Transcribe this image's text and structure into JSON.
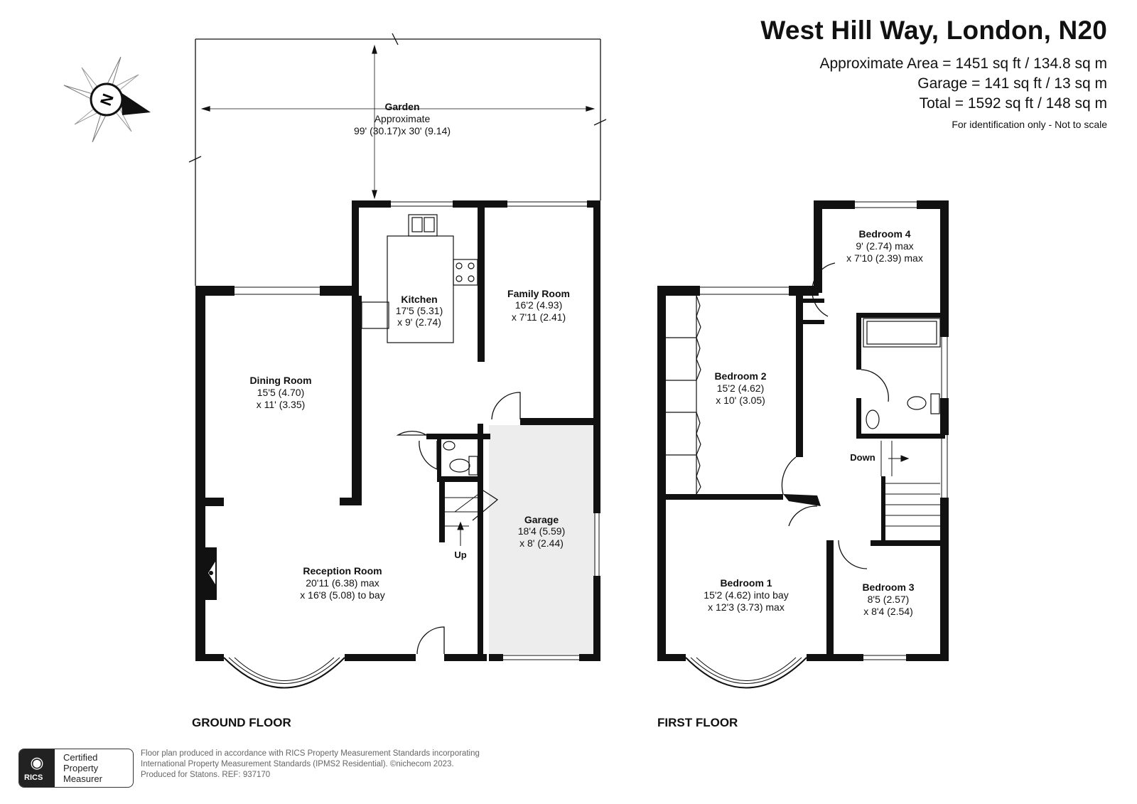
{
  "header": {
    "title": "West Hill Way, London, N20",
    "approx_area": "Approximate Area = 1451 sq ft / 134.8 sq m",
    "garage_area": "Garage = 141 sq ft / 13 sq m",
    "total_area": "Total = 1592 sq ft / 148 sq m",
    "note": "For identification only - Not to scale"
  },
  "compass": {
    "label": "N"
  },
  "ground_floor": {
    "label": "GROUND FLOOR",
    "garden": {
      "name": "Garden",
      "line1": "Approximate",
      "line2": "99' (30.17)x 30' (9.14)"
    },
    "kitchen": {
      "name": "Kitchen",
      "dim1": "17'5 (5.31)",
      "dim2": "x 9' (2.74)"
    },
    "family_room": {
      "name": "Family Room",
      "dim1": "16'2 (4.93)",
      "dim2": "x 7'11 (2.41)"
    },
    "dining_room": {
      "name": "Dining Room",
      "dim1": "15'5 (4.70)",
      "dim2": "x 11' (3.35)"
    },
    "garage": {
      "name": "Garage",
      "dim1": "18'4 (5.59)",
      "dim2": "x 8' (2.44)"
    },
    "reception_room": {
      "name": "Reception Room",
      "dim1": "20'11 (6.38) max",
      "dim2": "x 16'8 (5.08) to bay"
    },
    "stairs_label": "Up"
  },
  "first_floor": {
    "label": "FIRST FLOOR",
    "bedroom4": {
      "name": "Bedroom 4",
      "dim1": "9' (2.74) max",
      "dim2": "x 7'10 (2.39) max"
    },
    "bedroom2": {
      "name": "Bedroom 2",
      "dim1": "15'2 (4.62)",
      "dim2": "x 10' (3.05)"
    },
    "bedroom1": {
      "name": "Bedroom 1",
      "dim1": "15'2 (4.62) into bay",
      "dim2": "x 12'3 (3.73) max"
    },
    "bedroom3": {
      "name": "Bedroom 3",
      "dim1": "8'5 (2.57)",
      "dim2": "x 8'4 (2.54)"
    },
    "stairs_label": "Down"
  },
  "footer": {
    "line1": "Floor plan produced in accordance with RICS Property Measurement Standards incorporating",
    "line2": "International Property Measurement Standards (IPMS2 Residential). ©nichecom 2023.",
    "line3": "Produced for Statons.   REF: 937170"
  },
  "rics_badge": {
    "logo_text": "RICS",
    "line1": "Certified",
    "line2": "Property",
    "line3": "Measurer"
  },
  "colors": {
    "wall": "#111111",
    "garage_fill": "#ededed",
    "text": "#111111"
  }
}
